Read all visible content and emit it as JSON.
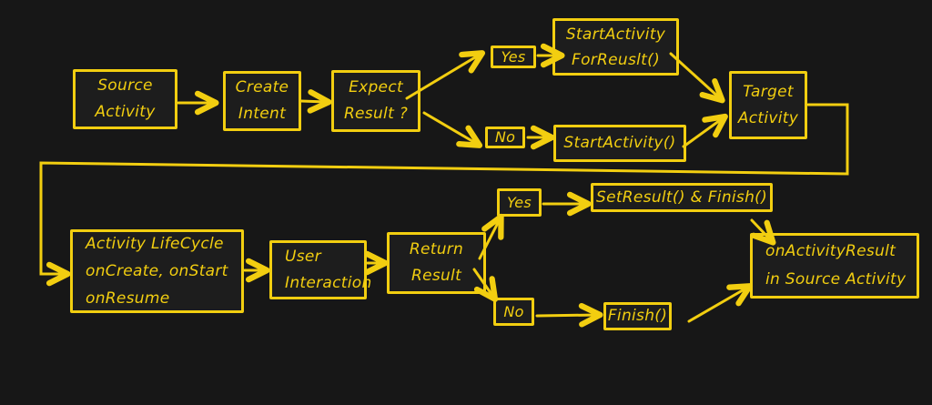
{
  "diagram_type": "flowchart",
  "colors": {
    "background": "#171717",
    "ink": "#f2ce10"
  },
  "nodes": {
    "source_activity": {
      "line1": "Source",
      "line2": "Activity"
    },
    "create_intent": {
      "line1": "Create",
      "line2": "Intent"
    },
    "expect_result": {
      "line1": "Expect",
      "line2": "Result ?"
    },
    "yes_top": {
      "label": "Yes"
    },
    "start_activity_for_result": {
      "line1": "StartActivity",
      "line2": "ForReuslt()"
    },
    "no_top": {
      "label": "No"
    },
    "start_activity_call": {
      "label": "StartActivity()"
    },
    "target_activity": {
      "line1": "Target",
      "line2": "Activity"
    },
    "activity_lifecycle": {
      "line1": "Activity LifeCycle",
      "line2": "onCreate, onStart",
      "line3": "onResume"
    },
    "user_interaction": {
      "line1": "User",
      "line2": "Interaction"
    },
    "return_result": {
      "line1": "Return",
      "line2": "Result"
    },
    "yes_bottom": {
      "label": "Yes"
    },
    "set_result_finish": {
      "label": "SetResult() & Finish()"
    },
    "no_bottom": {
      "label": "No"
    },
    "finish_call": {
      "label": "Finish()"
    },
    "on_activity_result": {
      "line1": "onActivityResult",
      "line2": "in Source Activity"
    }
  },
  "edges": [
    {
      "from": "source_activity",
      "to": "create_intent"
    },
    {
      "from": "create_intent",
      "to": "expect_result"
    },
    {
      "from": "expect_result",
      "to": "yes_top"
    },
    {
      "from": "yes_top",
      "to": "start_activity_for_result"
    },
    {
      "from": "start_activity_for_result",
      "to": "target_activity"
    },
    {
      "from": "expect_result",
      "to": "no_top"
    },
    {
      "from": "no_top",
      "to": "start_activity_call"
    },
    {
      "from": "start_activity_call",
      "to": "target_activity"
    },
    {
      "from": "target_activity",
      "to": "activity_lifecycle"
    },
    {
      "from": "activity_lifecycle",
      "to": "user_interaction"
    },
    {
      "from": "user_interaction",
      "to": "return_result"
    },
    {
      "from": "return_result",
      "to": "yes_bottom"
    },
    {
      "from": "yes_bottom",
      "to": "set_result_finish"
    },
    {
      "from": "set_result_finish",
      "to": "on_activity_result"
    },
    {
      "from": "return_result",
      "to": "no_bottom"
    },
    {
      "from": "no_bottom",
      "to": "finish_call"
    },
    {
      "from": "finish_call",
      "to": "on_activity_result"
    }
  ]
}
